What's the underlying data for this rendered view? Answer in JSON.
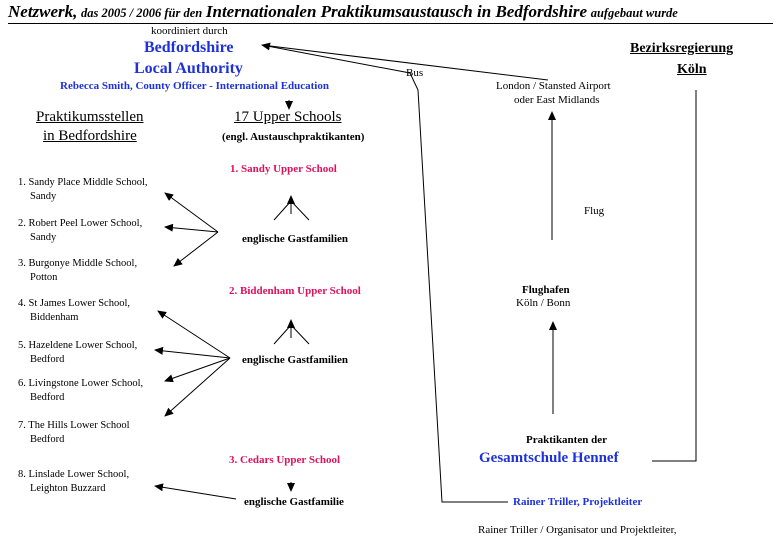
{
  "title": {
    "part1": "Netzwerk,",
    "part2": "das 2005 / 2006 für den",
    "part3": "Internationalen Praktikumsaustausch in Bedfordshire",
    "part4": "aufgebaut wurde"
  },
  "coordination": {
    "label": "koordiniert durch",
    "org_line1": "Bedfordshire",
    "org_line2": "Local Authority",
    "person": "Rebecca Smith, County Officer - International Education"
  },
  "bezirk": {
    "line1": "Bezirksregierung",
    "line2": "Köln"
  },
  "airport_uk": {
    "line1": "London / Stansted Airport",
    "line2": "oder East Midlands"
  },
  "bus_label": "Bus",
  "flug_label": "Flug",
  "airport_de": {
    "line1": "Flughafen",
    "line2": "Köln / Bonn"
  },
  "praktika_heading": {
    "line1": "Praktikumsstellen",
    "line2": "in Bedfordshire"
  },
  "upper_heading": {
    "line1": "17 Upper Schools",
    "line2": "(engl. Austauschpraktikanten)"
  },
  "upper_schools": [
    {
      "name": "1. Sandy Upper School",
      "host": "englische Gastfamilien"
    },
    {
      "name": "2. Biddenham Upper School",
      "host": "englische Gastfamilien"
    },
    {
      "name": "3. Cedars Upper School",
      "host": "englische Gastfamilie"
    }
  ],
  "placements": [
    {
      "line1": "1. Sandy Place Middle School,",
      "line2": "Sandy"
    },
    {
      "line1": "2. Robert Peel Lower School,",
      "line2": "Sandy"
    },
    {
      "line1": "3. Burgonye Middle School,",
      "line2": "Potton"
    },
    {
      "line1": "4. St James Lower School,",
      "line2": "Biddenham"
    },
    {
      "line1": "5. Hazeldene Lower School,",
      "line2": "Bedford"
    },
    {
      "line1": "6. Livingstone Lower School,",
      "line2": "Bedford"
    },
    {
      "line1": "7. The Hills Lower School",
      "line2": "Bedford"
    },
    {
      "line1": "8. Linslade Lower School,",
      "line2": "Leighton Buzzard"
    }
  ],
  "hennef": {
    "line1": "Praktikanten der",
    "line2": "Gesamtschule Hennef"
  },
  "leader": "Rainer Triller, Projektleiter",
  "footer": "Rainer Triller / Organisator und Projektleiter,"
}
